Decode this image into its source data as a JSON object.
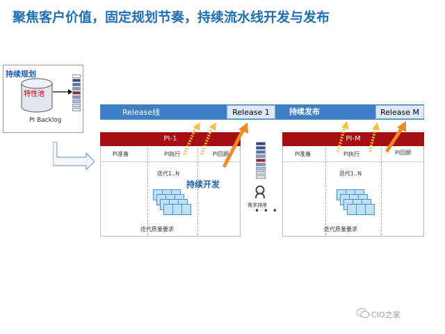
{
  "title": "聚焦客户价值，固定规划节奏，持续流水线开发与发布",
  "backlog": {
    "continuous_planning": "持续规划",
    "feature_pool": "特性池",
    "pi_backlog": "PI Backlog"
  },
  "release_line": {
    "label": "Release线",
    "release_1": "Release 1",
    "continuous_release": "持续发布",
    "release_m": "Release M"
  },
  "pi_1": {
    "bar": "PI-1",
    "phases": [
      "PI准备",
      "PI执行",
      "PI回顾"
    ],
    "iterations": "迭代1..N",
    "quality": "迭代质量要求",
    "continuous_dev": "持续开发"
  },
  "pi_m": {
    "bar": "PI-M",
    "phases": [
      "PI准备",
      "PI执行",
      "PI回顾"
    ],
    "iterations": "迭代1..N",
    "quality": "迭代质量要求"
  },
  "middle": {
    "prioritize": "需求排序",
    "ellipsis": "• • •"
  },
  "watermark": "CIO之家",
  "colors": {
    "title": "#1f6fb2",
    "release_bar": "#3f7fc6",
    "pi_bar": "#a50f0f",
    "arrow_orange": "#f08a24",
    "arrow_dotted": "#f5c04a",
    "card_fill": "#bfe0f6"
  }
}
